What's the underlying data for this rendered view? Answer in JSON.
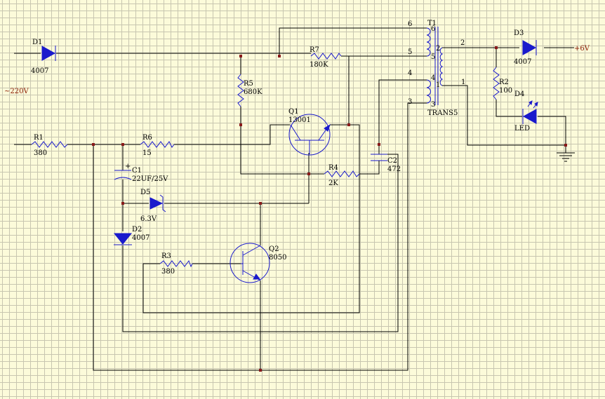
{
  "components": {
    "d1": {
      "ref": "D1",
      "value": "4007"
    },
    "d2": {
      "ref": "D2",
      "value": "4007"
    },
    "d3": {
      "ref": "D3",
      "value": "4007"
    },
    "d4": {
      "ref": "D4",
      "value": "LED"
    },
    "d5": {
      "ref": "D5",
      "value": "6.3V"
    },
    "r1": {
      "ref": "R1",
      "value": "380"
    },
    "r2": {
      "ref": "R2",
      "value": "100"
    },
    "r3": {
      "ref": "R3",
      "value": "380"
    },
    "r4": {
      "ref": "R4",
      "value": "2K"
    },
    "r5": {
      "ref": "R5",
      "value": "680K"
    },
    "r6": {
      "ref": "R6",
      "value": "15"
    },
    "r7": {
      "ref": "R7",
      "value": "180K"
    },
    "c1": {
      "ref": "C1",
      "value": "22UF/25V"
    },
    "c2": {
      "ref": "C2",
      "value": "472"
    },
    "q1": {
      "ref": "Q1",
      "value": "13001"
    },
    "q2": {
      "ref": "Q2",
      "value": "8050"
    },
    "t1": {
      "ref": "T1",
      "value": "TRANS5"
    }
  },
  "pins": {
    "t1_p6": "6",
    "t1_p5": "5",
    "t1_p4": "4",
    "t1_p3": "3",
    "t1_s2": "2",
    "t1_s1": "1",
    "coil_6": "6",
    "coil_5": "5",
    "coil_4": "4",
    "coil_3": "3",
    "coil_2": "2",
    "coil_1": "1"
  },
  "ports": {
    "input": "~220V",
    "output": "+6V"
  },
  "colors": {
    "background": "#fcfbda",
    "grid": "#c8c6b0",
    "wire": "#000000",
    "component": "#1a1acc",
    "junction": "#8a1a1a",
    "port_label": "#8a1a00"
  }
}
